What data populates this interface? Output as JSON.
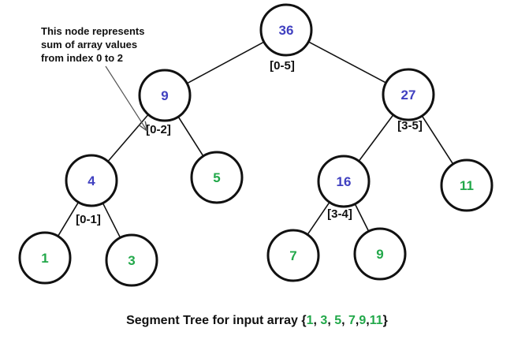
{
  "colors": {
    "internal": "#4040c0",
    "leaf": "#22a84a",
    "edge": "#111111",
    "node_border": "#111111"
  },
  "nodes": [
    {
      "id": "root",
      "value": "36",
      "kind": "internal",
      "range": "[0-5]"
    },
    {
      "id": "n02",
      "value": "9",
      "kind": "internal",
      "range": "[0-2]"
    },
    {
      "id": "n35",
      "value": "27",
      "kind": "internal",
      "range": "[3-5]"
    },
    {
      "id": "n01",
      "value": "4",
      "kind": "internal",
      "range": "[0-1]"
    },
    {
      "id": "n2",
      "value": "5",
      "kind": "leaf",
      "range": ""
    },
    {
      "id": "n34",
      "value": "16",
      "kind": "internal",
      "range": "[3-4]"
    },
    {
      "id": "n5",
      "value": "11",
      "kind": "leaf",
      "range": ""
    },
    {
      "id": "n0",
      "value": "1",
      "kind": "leaf",
      "range": ""
    },
    {
      "id": "n1",
      "value": "3",
      "kind": "leaf",
      "range": ""
    },
    {
      "id": "n3",
      "value": "7",
      "kind": "leaf",
      "range": ""
    },
    {
      "id": "n4",
      "value": "9",
      "kind": "leaf",
      "range": ""
    }
  ],
  "edges": [
    [
      "root",
      "n02"
    ],
    [
      "root",
      "n35"
    ],
    [
      "n02",
      "n01"
    ],
    [
      "n02",
      "n2"
    ],
    [
      "n35",
      "n34"
    ],
    [
      "n35",
      "n5"
    ],
    [
      "n01",
      "n0"
    ],
    [
      "n01",
      "n1"
    ],
    [
      "n34",
      "n3"
    ],
    [
      "n34",
      "n4"
    ]
  ],
  "annotation": {
    "lines": [
      "This node represents",
      "sum of array values",
      "from index 0 to 2"
    ]
  },
  "caption": {
    "prefix": "Segment Tree for input array {",
    "values": [
      "1",
      "3",
      "5",
      "7",
      "9",
      "11"
    ],
    "suffix": "}"
  }
}
